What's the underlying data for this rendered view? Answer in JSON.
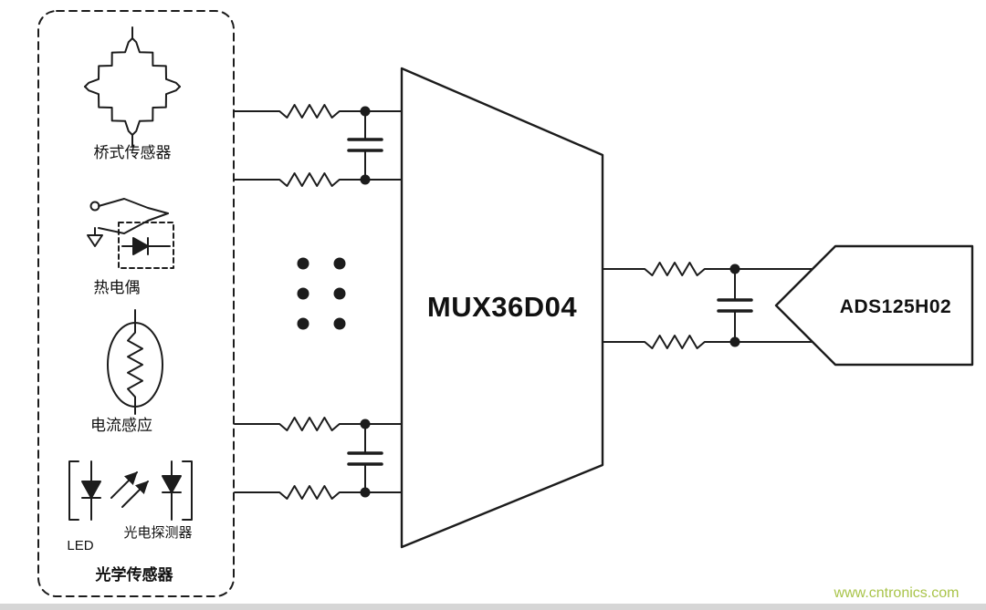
{
  "title": "Multiplexed sensor signal chain diagram",
  "labels": {
    "bridge": "桥式传感器",
    "thermocouple": "热电偶",
    "current_sense": "电流感应",
    "led": "LED",
    "photodetector": "光电探测器",
    "optical_group": "光学传感器",
    "mux": "MUX36D04",
    "adc": "ADS125H02"
  },
  "watermark": {
    "text": "www.cntronics.com",
    "color": "#a9c44a"
  },
  "colors": {
    "line": "#1c1c1c",
    "background": "#ffffff",
    "bottom_strip": "#d6d6d6"
  }
}
